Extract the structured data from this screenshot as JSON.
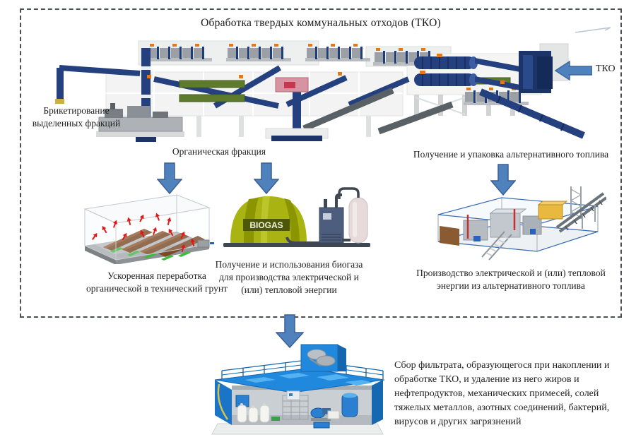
{
  "header": {
    "title": "Обработка твердых коммунальных отходов (ТКО)"
  },
  "process": {
    "input_label": "ТКО",
    "briquetting_label": "Брикетирование выделенных фракций",
    "organic_label": "Органическая фракция",
    "alt_fuel_label": "Получение и упаковка альтернативного топлива"
  },
  "branches": [
    {
      "id": "compost",
      "caption": "Ускоренная переработка органической в технический грунт"
    },
    {
      "id": "biogas",
      "caption": "Получение и использования биогаза для производства электрической и (или) тепловой энергии"
    },
    {
      "id": "alt-fuel-energy",
      "caption": "Производство электрической и (или) тепловой энергии из альтернативного топлива"
    }
  ],
  "illustrations": {
    "biogas_tank_label": "BIOGAS"
  },
  "filtrate": {
    "description": "Сбор фильтрата, образующегося при накоплении и обработке ТКО, и удаление из него жиров и нефтепродуктов, механических примесей, солей тяжелых металлов, азотных соединений, бактерий, вирусов и других загрязнений"
  },
  "colors": {
    "flow_arrow": "#4f81bd",
    "dashed_border": "#4a4f54"
  }
}
